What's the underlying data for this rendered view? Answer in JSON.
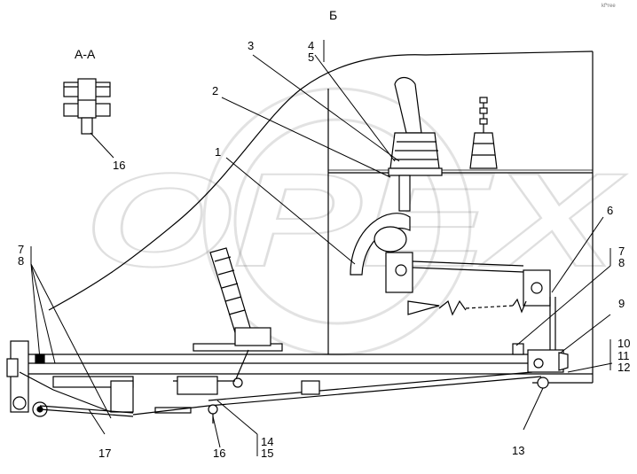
{
  "corner_code": "kf*ree",
  "section_view_label": "Б",
  "detail_view_label": "А-А",
  "watermark": "OPEX",
  "callouts": {
    "c1": "1",
    "c2": "2",
    "c3": "3",
    "c4": "4",
    "c5": "5",
    "c6": "6",
    "c7a": "7",
    "c8a": "8",
    "c7b": "7",
    "c8b": "8",
    "c9": "9",
    "c10": "10",
    "c11": "11",
    "c12": "12",
    "c13": "13",
    "c14": "14",
    "c15": "15",
    "c16a": "16",
    "c16b": "16",
    "c17": "17"
  }
}
